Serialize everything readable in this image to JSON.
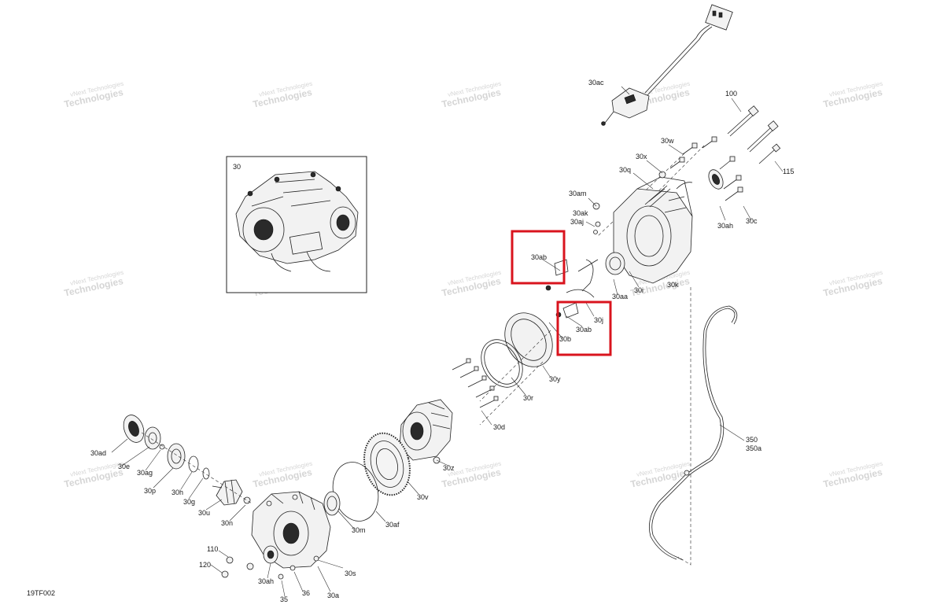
{
  "diagram_code": "19TF002",
  "watermark": {
    "line1": "vNext Technologies",
    "line2": "Technologies"
  },
  "inset_label": "30",
  "labels": {
    "l30ac": "30ac",
    "l100": "100",
    "l30w": "30w",
    "l30x": "30x",
    "l30q": "30q",
    "l115": "115",
    "l30am": "30am",
    "l30ak": "30ak",
    "l30aj": "30aj",
    "l30ah_top": "30ah",
    "l30c": "30c",
    "l30ab_1": "30ab",
    "l30aa": "30aa",
    "l30i": "30i",
    "l30k": "30k",
    "l30j": "30j",
    "l30ab_2": "30ab",
    "l30b": "30b",
    "l30y": "30y",
    "l30r": "30r",
    "l30d": "30d",
    "l30z": "30z",
    "l30v": "30v",
    "l30af": "30af",
    "l30m": "30m",
    "l30ad": "30ad",
    "l30e": "30e",
    "l30ag": "30ag",
    "l30p": "30p",
    "l30h": "30h",
    "l30g": "30g",
    "l30u": "30u",
    "l30n": "30n",
    "l110": "110",
    "l120": "120",
    "l30ah_bottom": "30ah",
    "l35": "35",
    "l36": "36",
    "l30s": "30s",
    "l30a": "30a",
    "l350": "350",
    "l350a": "350a"
  },
  "highlight_color": "#d9141e"
}
